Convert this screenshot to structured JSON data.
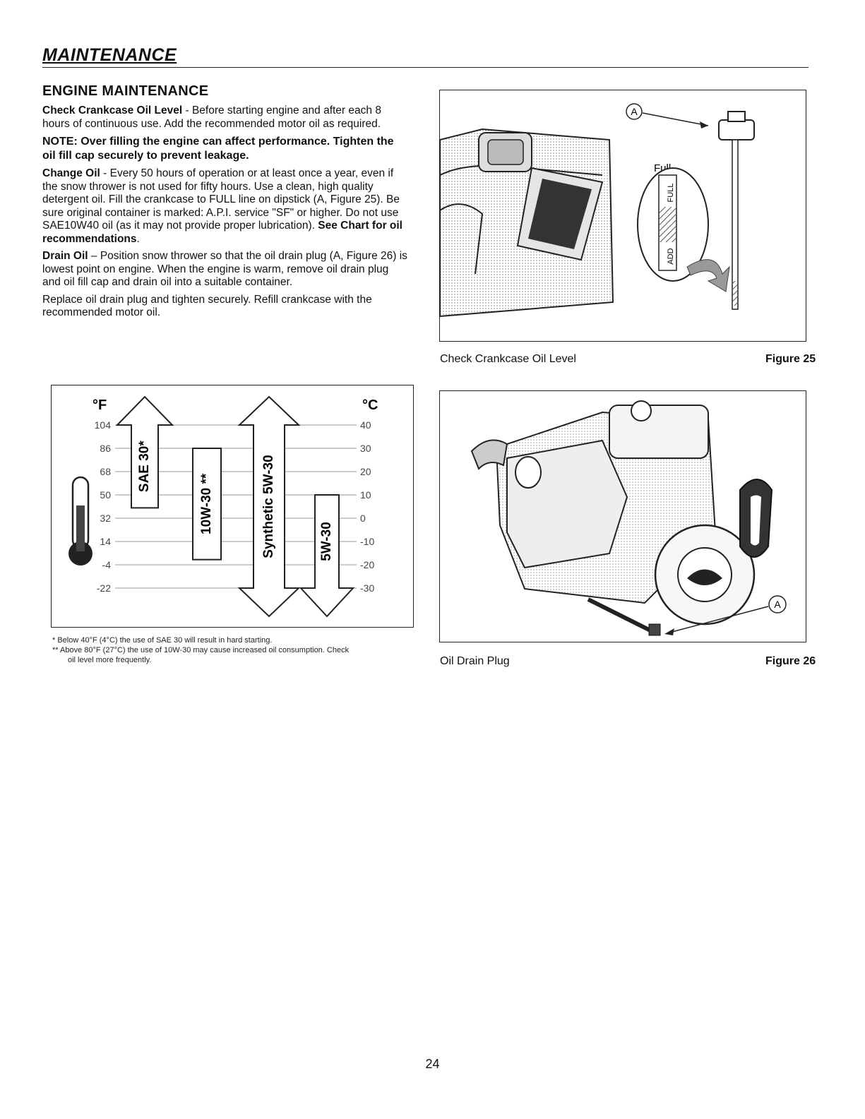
{
  "header": {
    "section": "MAINTENANCE"
  },
  "left": {
    "heading": "ENGINE MAINTENANCE",
    "p1_lead": "Check Crankcase Oil Level",
    "p1_text": " - Before starting engine and after each 8 hours of continuous use. Add the recommended motor oil as required.",
    "note": "NOTE: Over filling the engine can affect performance. Tighten the oil fill cap securely to prevent leakage.",
    "p2_lead": "Change Oil",
    "p2_text": " - Every 50 hours of operation or at least once a year, even if the snow thrower is not used for fifty hours. Use a clean, high quality detergent oil. Fill the crankcase to FULL line on dipstick (A, Figure 25). Be sure original container is marked: A.P.I. service \"SF\" or higher. Do not use SAE10W40 oil (as it may not provide proper lubrication). ",
    "p2_bold_tail": "See Chart for oil recommendations",
    "p2_end": ".",
    "p3_lead": "Drain Oil",
    "p3_text": " – Position snow thrower so that the oil drain plug (A, Figure 26) is lowest point on engine. When the engine is warm, remove oil drain plug and oil fill cap and drain oil into a suitable container.",
    "p4_text": "Replace oil drain plug and tighten securely. Refill crankcase with the recommended motor oil."
  },
  "figure25": {
    "caption": "Check Crankcase Oil Level",
    "label": "Figure 25",
    "callout": "A",
    "full_label": "Full",
    "dipstick_full": "FULL",
    "dipstick_add": "ADD"
  },
  "figure26": {
    "caption": "Oil Drain Plug",
    "label": "Figure 26",
    "callout": "A"
  },
  "chart_data": {
    "type": "table",
    "unit_left": "°F",
    "unit_right": "°C",
    "fahrenheit_ticks": [
      "104",
      "86",
      "68",
      "50",
      "32",
      "14",
      "-4",
      "-22"
    ],
    "celsius_ticks": [
      "40",
      "30",
      "20",
      "10",
      "0",
      "-10",
      "-20",
      "-30"
    ],
    "oil_grades": [
      {
        "name": "SAE 30*",
        "min_f": 40,
        "max_f": 104
      },
      {
        "name": "10W-30 **",
        "min_f": 0,
        "max_f": 86
      },
      {
        "name": "Synthetic 5W-30",
        "min_f": -22,
        "max_f": 104
      },
      {
        "name": "5W-30",
        "min_f": -22,
        "max_f": 50
      }
    ]
  },
  "footnotes": {
    "f1": "*   Below 40°F (4°C) the use of SAE 30 will result in hard starting.",
    "f2a": "**  Above 80°F (27°C) the use of 10W-30 may cause increased oil consumption. Check",
    "f2b": "oil level more frequently."
  },
  "page": {
    "number": "24"
  }
}
